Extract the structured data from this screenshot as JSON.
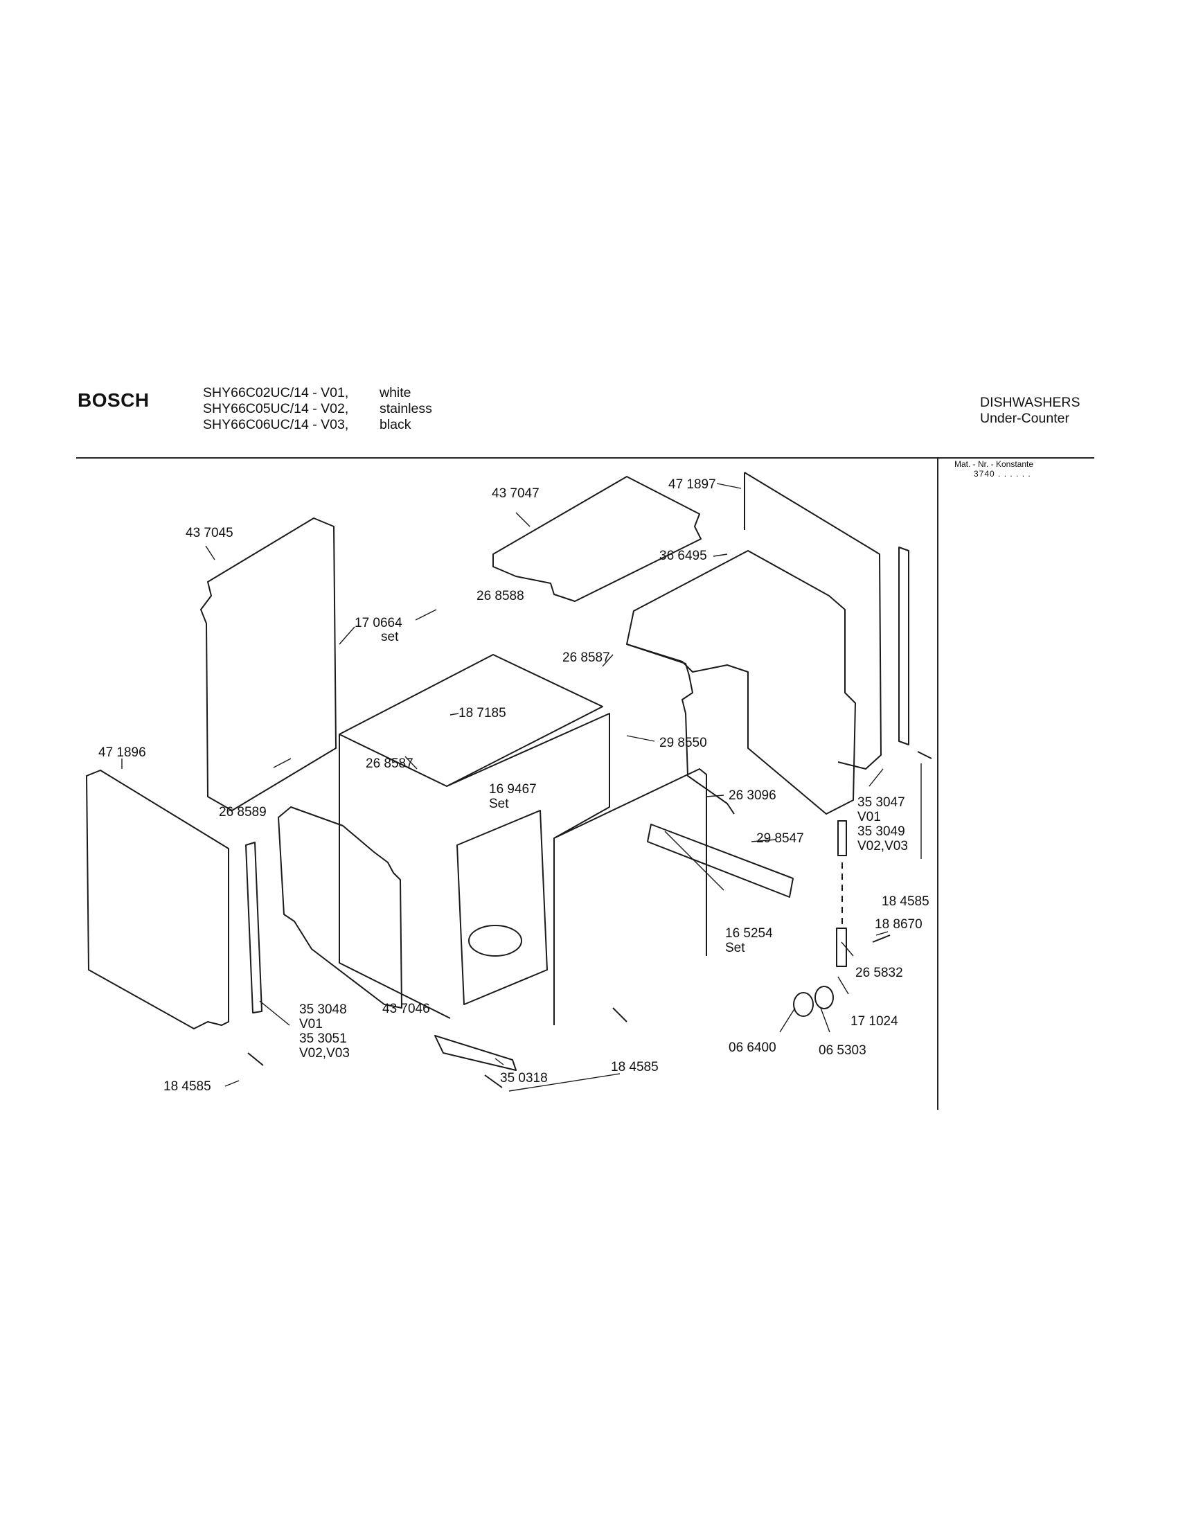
{
  "header": {
    "brand": "BOSCH",
    "models": [
      "SHY66C02UC/14 - V01,",
      "SHY66C05UC/14 - V02,",
      "SHY66C06UC/14 - V03,"
    ],
    "colors": [
      "white",
      "stainless",
      "black"
    ],
    "category": [
      "DISHWASHERS",
      "Under-Counter"
    ],
    "mat_label": "Mat. - Nr. - Konstante",
    "mat_value": "3740 . .   . . . ."
  },
  "parts": [
    {
      "id": "p1",
      "lines": [
        "43 7047"
      ]
    },
    {
      "id": "p2",
      "lines": [
        "47 1897"
      ]
    },
    {
      "id": "p3",
      "lines": [
        "43 7045"
      ]
    },
    {
      "id": "p4",
      "lines": [
        "36 6495"
      ]
    },
    {
      "id": "p5",
      "lines": [
        "26 8588"
      ]
    },
    {
      "id": "p6",
      "lines": [
        "17 0664",
        "set"
      ]
    },
    {
      "id": "p7",
      "lines": [
        "26 8587"
      ]
    },
    {
      "id": "p8",
      "lines": [
        "18 7185"
      ]
    },
    {
      "id": "p9",
      "lines": [
        "29 8550"
      ]
    },
    {
      "id": "p10",
      "lines": [
        "47 1896"
      ]
    },
    {
      "id": "p11",
      "lines": [
        "26 8587"
      ]
    },
    {
      "id": "p12",
      "lines": [
        "16  9467",
        "Set"
      ]
    },
    {
      "id": "p13",
      "lines": [
        "26 3096"
      ]
    },
    {
      "id": "p14",
      "lines": [
        "35 3047",
        "V01",
        "35 3049",
        "V02,V03"
      ]
    },
    {
      "id": "p15",
      "lines": [
        "26 8589"
      ]
    },
    {
      "id": "p16",
      "lines": [
        "29 8547"
      ]
    },
    {
      "id": "p17",
      "lines": [
        "16 5254",
        "Set"
      ]
    },
    {
      "id": "p18",
      "lines": [
        "18 4585"
      ]
    },
    {
      "id": "p19",
      "lines": [
        "18 8670"
      ]
    },
    {
      "id": "p20",
      "lines": [
        "26 5832"
      ]
    },
    {
      "id": "p21",
      "lines": [
        "35 3048",
        "V01",
        "35 3051",
        "V02,V03"
      ]
    },
    {
      "id": "p22",
      "lines": [
        "43 7046"
      ]
    },
    {
      "id": "p23",
      "lines": [
        "17 1024"
      ]
    },
    {
      "id": "p24",
      "lines": [
        "18 4585"
      ]
    },
    {
      "id": "p25",
      "lines": [
        "06 6400"
      ]
    },
    {
      "id": "p26",
      "lines": [
        "06 5303"
      ]
    },
    {
      "id": "p27",
      "lines": [
        "35 0318"
      ]
    },
    {
      "id": "p28",
      "lines": [
        "18 4585"
      ]
    }
  ]
}
